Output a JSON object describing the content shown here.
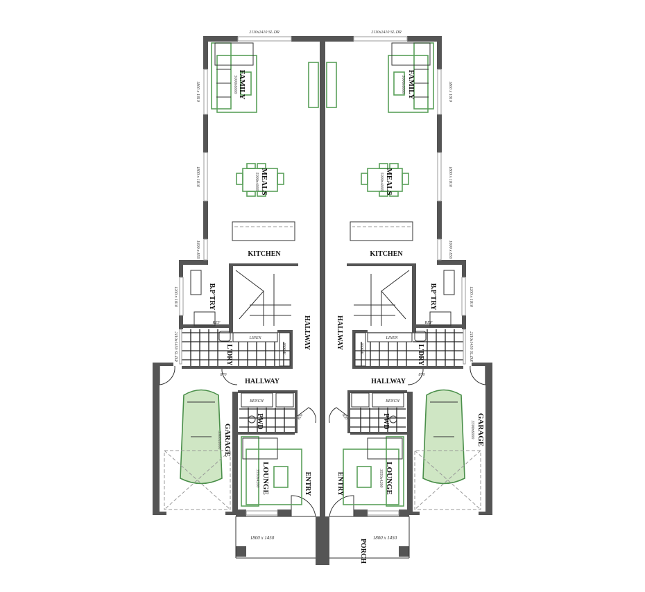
{
  "plan": {
    "left": {
      "top_door": "2110x2410 SL.DR",
      "win1": "1800 x 1810",
      "win2": "1800 x 1810",
      "win3": "1800 x 850",
      "family": "FAMILY",
      "family_dims": "5000x6000",
      "meals": "MEALS",
      "meals_dims": "5000x4000",
      "kitchen": "KITCHEN",
      "bptry": "B.P'TRY",
      "bptry_win": "1200 x 1810",
      "ref": "REF",
      "ldry_door": "2110x1450 SL.DR",
      "linen": "LINEN",
      "nook": "NOOK",
      "ldry": "L'DRY",
      "hallway_upper": "HALLWAY",
      "hallway_lower": "HALLWAY",
      "door_870": "870",
      "door_820": "820",
      "bench": "BENCH",
      "pwd": "PWD",
      "garage": "GARAGE",
      "garage_dims": "3300x6000",
      "lounge": "LOUNGE",
      "lounge_dims": "3550x4200",
      "entry": "ENTRY",
      "porch_win": "1800 x 1450"
    },
    "right": {
      "top_door": "2110x2410 SL.DR",
      "win1": "1800 x 1810",
      "win2": "1800 x 1810",
      "win3": "1800 x 850",
      "family": "FAMILY",
      "family_dims": "5000x6000",
      "meals": "MEALS",
      "meals_dims": "5000x4000",
      "kitchen": "KITCHEN",
      "bptry": "B.P'TRY",
      "bptry_win": "1200 x 1810",
      "ref": "REF",
      "ldry_door": "2110x1450 SL.DR",
      "linen": "LINEN",
      "nook": "NOOK",
      "ldry": "L'DRY",
      "hallway_upper": "HALLWAY",
      "hallway_lower": "HALLWAY",
      "door_870": "870",
      "door_820": "820",
      "bench": "BENCH",
      "pwd": "PWD",
      "garage": "GARAGE",
      "garage_dims": "3300x6000",
      "lounge": "LOUNGE",
      "lounge_dims": "3550x4200",
      "entry": "ENTRY",
      "porch": "PORCH",
      "porch_win": "1800 x 1450"
    },
    "colors": {
      "wall": "#555555",
      "furniture": "#5aa05a"
    }
  }
}
